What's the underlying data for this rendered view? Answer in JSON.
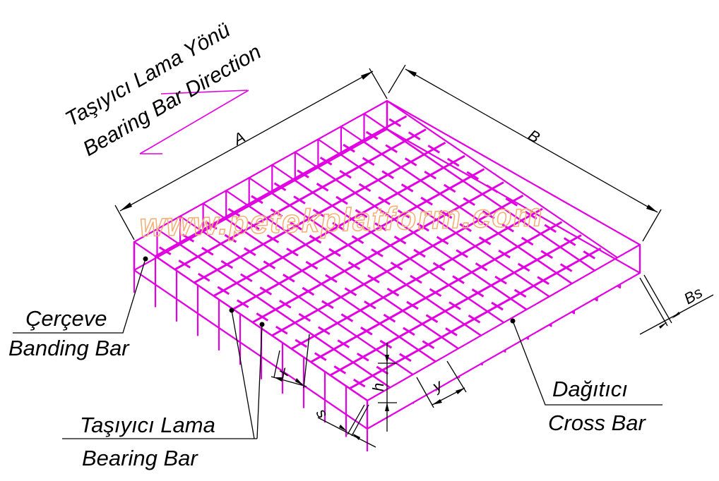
{
  "labels": {
    "direction_tr": "Taşıyıcı Lama Yönü",
    "direction_en": "Bearing Bar Direction",
    "dim_a": "A",
    "dim_b": "B",
    "dim_bs": "Bs",
    "dim_x": "x",
    "dim_y": "y",
    "dim_h": "h",
    "dim_s": "s",
    "banding_tr": "Çerçeve",
    "banding_en": "Banding Bar",
    "bearing_tr": "Taşıyıcı Lama",
    "bearing_en": "Bearing Bar",
    "cross_tr": "Dağıtıcı",
    "cross_en": "Cross Bar",
    "watermark": "www.petekplatform.com"
  },
  "colors": {
    "grating": "#e100e1",
    "dimension": "#000000",
    "watermark": "#f3b07a"
  },
  "grid": {
    "bearing_bars": 9,
    "cross_bars": 12
  }
}
